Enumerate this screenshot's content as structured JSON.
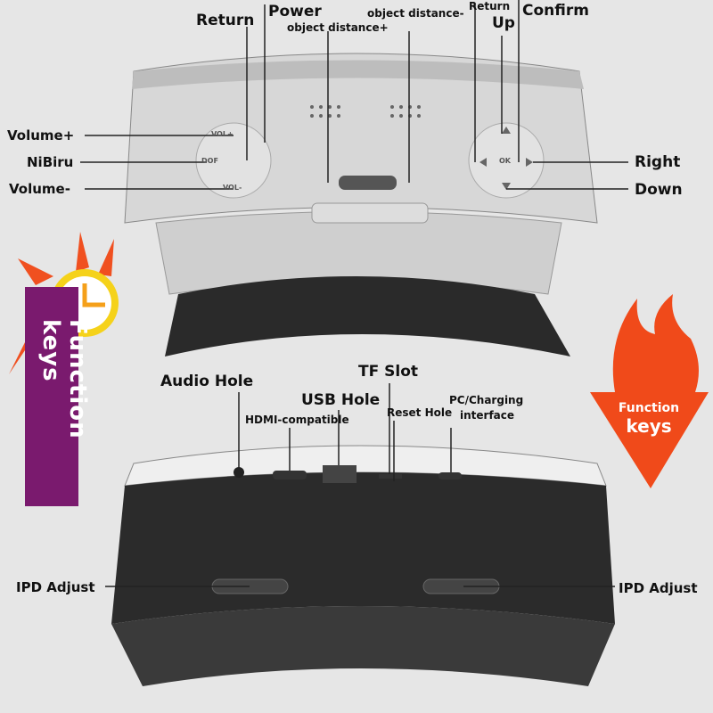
{
  "top_view": {
    "labels": {
      "return_left": "Return",
      "power": "Power",
      "object_distance_plus": "object distance+",
      "object_distance_minus": "object distance-",
      "return_right": "Return",
      "up": "Up",
      "confirm": "Confirm",
      "volume_plus": "Volume+",
      "nibiru": "NiBiru",
      "volume_minus": "Volume-",
      "right": "Right",
      "down": "Down"
    },
    "button_marks": {
      "vol_plus": "VOL+",
      "dof": "DOF",
      "vol_minus": "VOL-",
      "ok": "OK"
    }
  },
  "bottom_view": {
    "labels": {
      "audio_hole": "Audio Hole",
      "hdmi": "HDMI-compatible",
      "usb_hole": "USB Hole",
      "tf_slot": "TF Slot",
      "reset_hole": "Reset Hole",
      "pc_charging_1": "PC/Charging",
      "pc_charging_2": "interface",
      "ipd_left": "IPD Adjust",
      "ipd_right": "IPD Adjust"
    }
  },
  "badges": {
    "function_keys_vertical": "Function keys",
    "function_keys_arrow_1": "Function",
    "function_keys_arrow_2": "keys"
  },
  "colors": {
    "purple_banner": "#7a1a6e",
    "flame_orange": "#f04a1a",
    "clock_yellow": "#f5d21a"
  },
  "icons": [
    "clock-icon",
    "flame-arrow-icon",
    "starburst-icon"
  ]
}
